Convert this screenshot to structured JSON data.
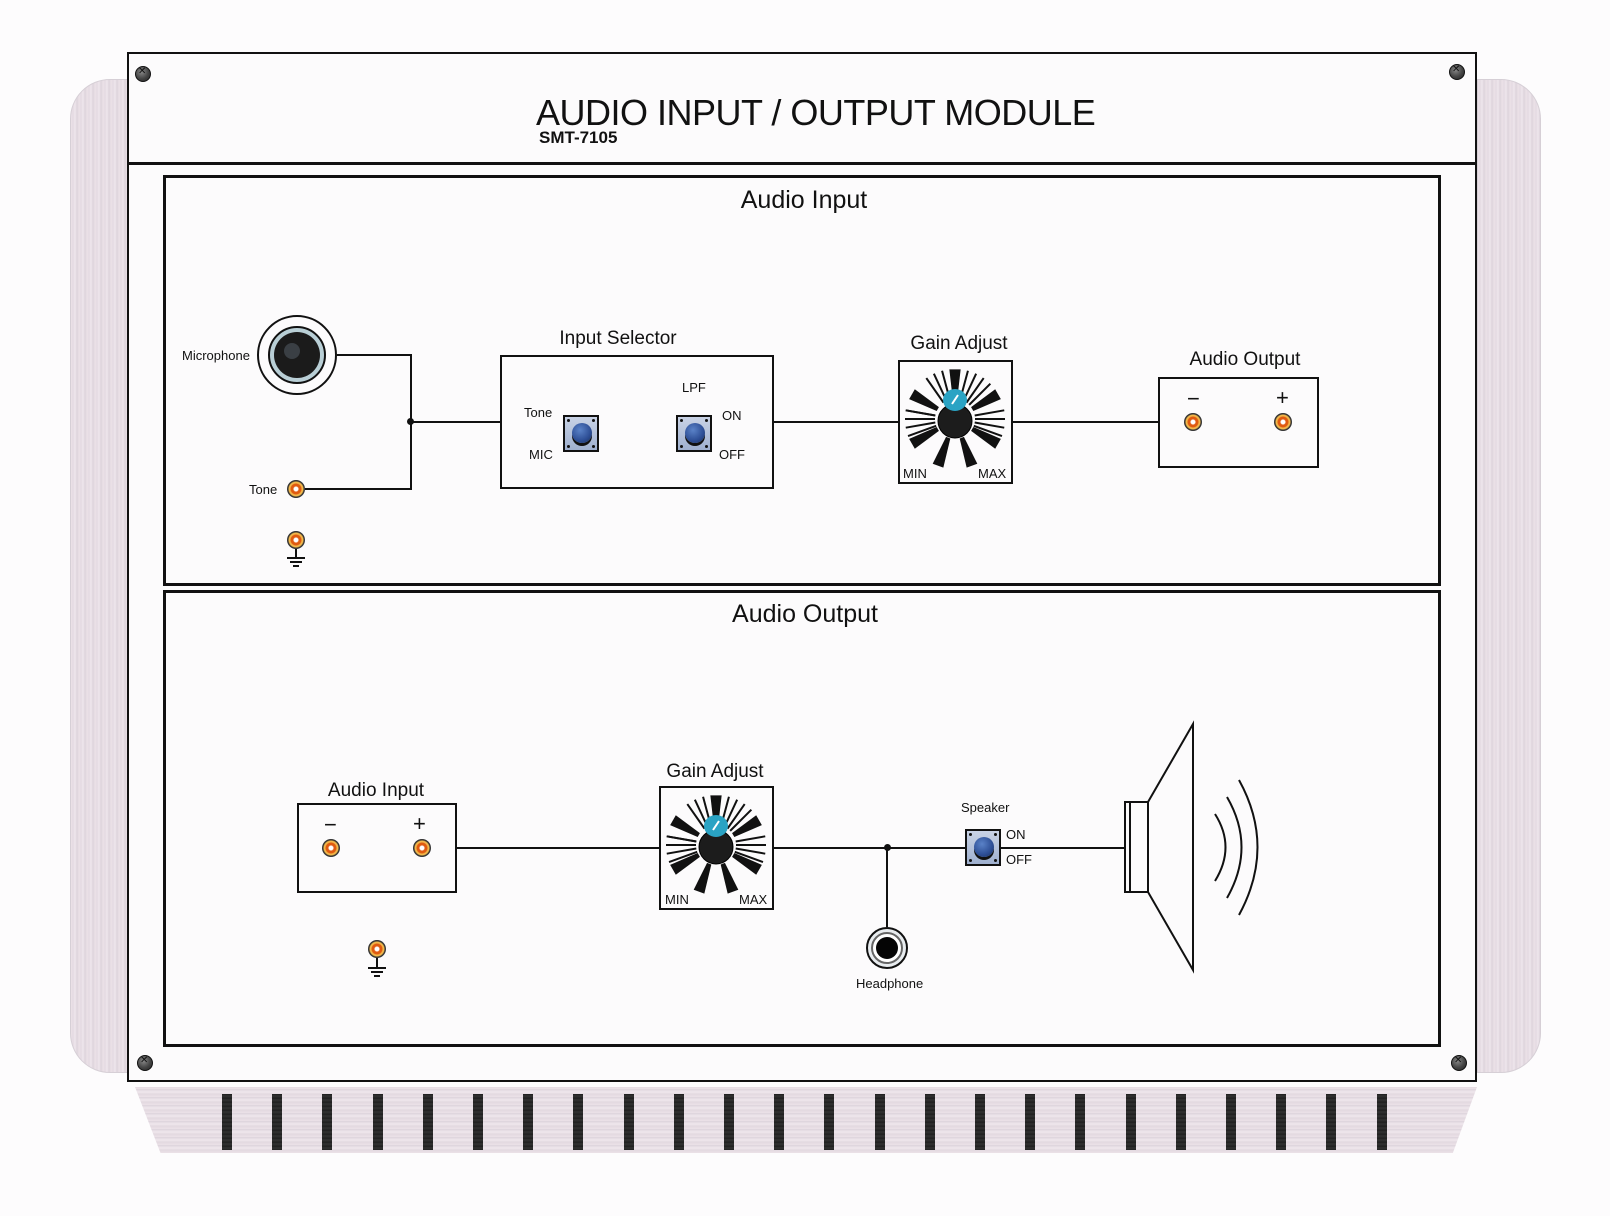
{
  "header": {
    "title": "AUDIO INPUT / OUTPUT MODULE",
    "model": "SMT-7105"
  },
  "audio_input_section": {
    "title": "Audio Input",
    "microphone_label": "Microphone",
    "tone_label": "Tone",
    "input_selector": {
      "title": "Input Selector",
      "source_switch": {
        "upper_label": "Tone",
        "lower_label": "MIC"
      },
      "lpf_switch": {
        "title": "LPF",
        "upper_label": "ON",
        "lower_label": "OFF"
      }
    },
    "gain_adjust": {
      "title": "Gain Adjust",
      "min_label": "MIN",
      "max_label": "MAX"
    },
    "audio_output": {
      "title": "Audio Output",
      "minus_label": "−",
      "plus_label": "+"
    }
  },
  "audio_output_section": {
    "title": "Audio Output",
    "audio_input": {
      "title": "Audio Input",
      "minus_label": "−",
      "plus_label": "+"
    },
    "gain_adjust": {
      "title": "Gain Adjust",
      "min_label": "MIN",
      "max_label": "MAX"
    },
    "speaker_switch": {
      "title": "Speaker",
      "upper_label": "ON",
      "lower_label": "OFF"
    },
    "headphone_label": "Headphone"
  },
  "colors": {
    "knob_cap": "#2aa3c4",
    "button_cap": "#2d4e95",
    "jack_center": "#e05a10",
    "jack_ring": "#f2b84a"
  },
  "vent_slot_count": 24
}
